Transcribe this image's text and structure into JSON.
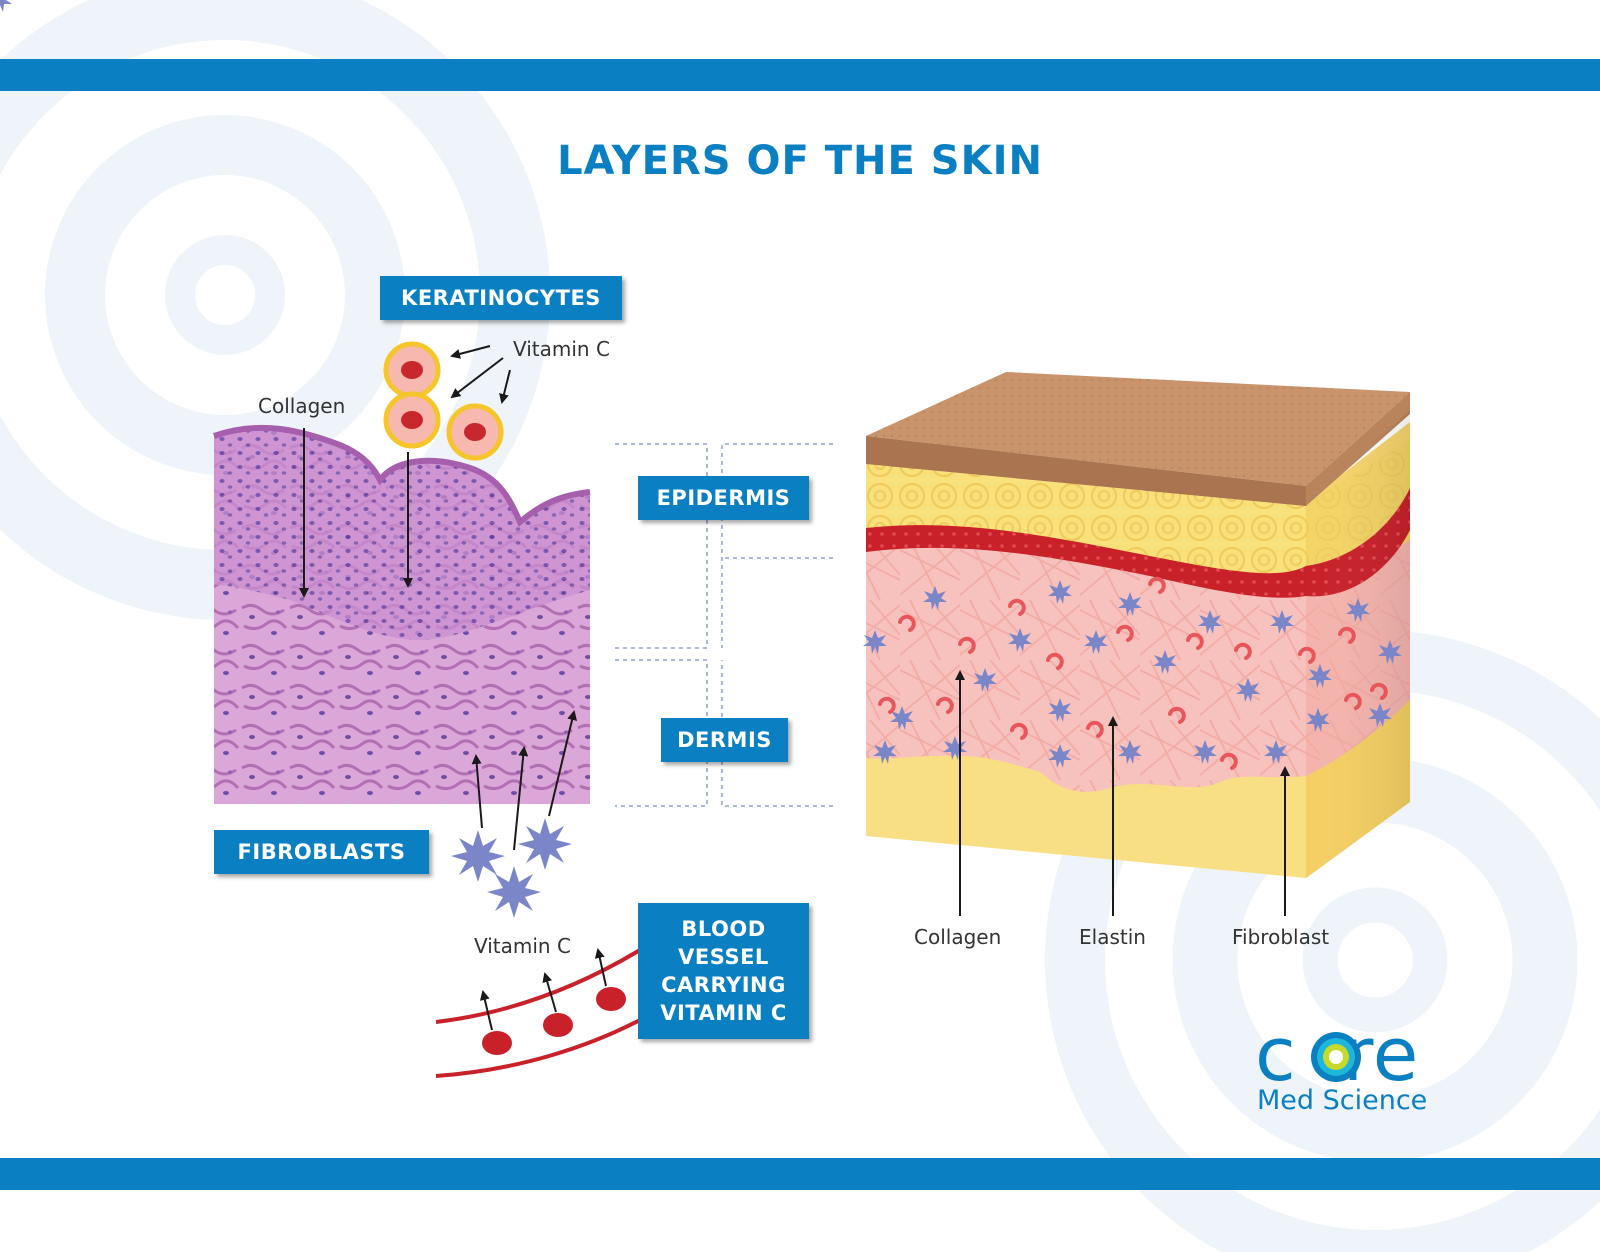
{
  "title": "LAYERS OF THE SKIN",
  "labels": {
    "keratinocytes": "KERATINOCYTES",
    "epidermis": "EPIDERMIS",
    "dermis": "DERMIS",
    "fibroblasts": "FIBROBLASTS",
    "blood_vessel": [
      "BLOOD",
      "VESSEL",
      "CARRYING",
      "VITAMIN C"
    ]
  },
  "annotations": {
    "vitamin_c_top": "Vitamin C",
    "collagen_left": "Collagen",
    "vitamin_c_bottom": "Vitamin C",
    "collagen_right": "Collagen",
    "elastin": "Elastin",
    "fibroblast": "Fibroblast"
  },
  "logo": {
    "word_start": "c",
    "word_o": "o",
    "word_end": "re",
    "subtitle": "Med Science"
  },
  "colors": {
    "brand_blue": "#0a7fc2",
    "skin_top": "#c9946b",
    "epidermis_yellow": "#f8e07a",
    "blood_red": "#c8212a",
    "dermis_pink": "#f7c2bd",
    "fibroblast_blue": "#7b86c9",
    "hypodermis_yellow": "#f9df84"
  }
}
